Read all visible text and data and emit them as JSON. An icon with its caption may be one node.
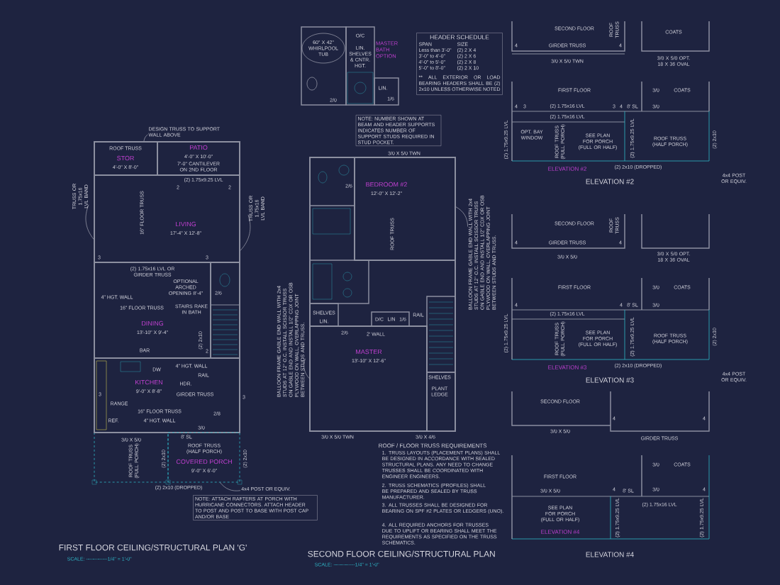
{
  "diagram": {
    "nodes": [
      {
        "text": [
          "STOR",
          "4'-0\" X 8'-0\""
        ]
      },
      {
        "text": [
          "PATIO",
          "4'-0\" X 10'-0\""
        ]
      },
      {
        "text": [
          "LIVING",
          "17'-4\" X 12'-8\""
        ]
      },
      {
        "text": [
          "DINING",
          "13'-10\" X 9'-4\""
        ]
      },
      {
        "text": [
          "KITCHEN",
          "9'-0\" X 8'-8\""
        ]
      },
      {
        "text": [
          "COVERED PORCH",
          "9'-0\" X 6'-0\""
        ]
      },
      {
        "text": [
          "DESIGN TRUSS TO SUPPORT WALL ABOVE"
        ]
      },
      {
        "text": [
          "TRUSS OR 1.75x16 LVL BAND"
        ]
      },
      {
        "text": [
          "TRUSS OR 1.75x16 LVL BAND"
        ]
      },
      {
        "text": [
          "4x4 POST OR EQUIV."
        ]
      },
      {
        "text": [
          "NOTE: ATTACH RAFTERS AT PORCH WITH HURRICANE CONNECTORS. ATTACH HEADER TO POST AND POST TO BASE WITH POST CAP AND/OR BASE"
        ]
      },
      {
        "text": [
          "MASTER BATH OPTION"
        ]
      },
      {
        "text": [
          "HEADER SCHEDULE",
          "SPAN",
          "SIZE",
          "Less than 3'-0\"",
          "(2) 2 X 4",
          "3'-0\" to 4'-0\"",
          "(2) 2 X 6",
          "4'-0\" to 5'-0\"",
          "(2) 2 X 8",
          "5'-0\" to 8'-0\"",
          "(2) 2 X 10",
          "** ALL EXTERIOR OR LOAD BEARING HEADERS SHALL BE (2) 2x10 UNLESS OTHERWISE NOTED"
        ]
      },
      {
        "text": [
          "NOTE: NUMBER SHOWN AT BEAM AND HEADER SUPPORTS INDICATES NUMBER OF SUPPORT STUDS REQUIRED IN STUD POCKET."
        ]
      },
      {
        "text": [
          "BEDROOM #2",
          "12'-0\" X 12'-2\""
        ]
      },
      {
        "text": [
          "MASTER",
          "13'-10\" X 12'-6\""
        ]
      },
      {
        "text": [
          "BALLOON FRAME GABLE END WALL WITH 2x4 STUDS AT 12\" O.C. INSTALL SCISSOR TRUSS ON GABLE END AND INSTALL 1/2\" CDX OR OSB PLYWOOD ON WALL, OVERLAPPING JOINT BETWEEN STUDS AND TRUSS."
        ]
      },
      {
        "text": [
          "BALLOON FRAME GABLE END WALL WITH 2x4 STUDS AT 12\" O.C. INSTALL SCISSOR TRUSS ON GABLE END AND INSTALL 1/2\" CDX OR OSB PLYWOOD ON WALL, OVERLAPPING JOINT BETWEEN STUDS AND TRUSS."
        ]
      }
    ],
    "edges": [
      {
        "from": 6,
        "to": 0,
        "arrow": "none"
      },
      {
        "from": 7,
        "to": 2,
        "arrow": "none"
      },
      {
        "from": 8,
        "to": 2,
        "arrow": "none"
      },
      {
        "from": 9,
        "to": 5,
        "arrow": "none"
      },
      {
        "from": 16,
        "to": 15,
        "arrow": "none"
      },
      {
        "from": 17,
        "to": 14,
        "arrow": "none"
      }
    ],
    "labels": [
      "ROOF TRUSS",
      "7'-0\" CANTILEVER ON 2ND FLOOR",
      "(2) 1.75x9.25 LVL",
      "2",
      "2",
      "16\" FLOOR TRUSS",
      "3",
      "3",
      "(2) 1.75x16 LVL OR GIRDER TRUSS",
      "4\" HGT. WALL",
      "OPTIONAL ARCHED OPENING 8'-4\"",
      "2/6",
      "16\" FLOOR TRUSS",
      "STAIRS RAKE IN BATH",
      "BAR",
      "(2) 2x10",
      "2",
      "DW",
      "4\" HGT. WALL",
      "RAIL",
      "HDR.",
      "3",
      "GIRDER TRUSS",
      "3",
      "RANGE",
      "16\" FLOOR TRUSS",
      "2/8",
      "REF.",
      "4\" HGT. WALL",
      "3/0",
      "3/0 X 5/0",
      "8' SL",
      "ROOF TRUSS (HALF PORCH)",
      "ROOF TRUSS (FULL PORCH)",
      "(2) 2x10",
      "(2) 2x10",
      "(2) 2x10 (DROPPED)",
      "FIRST FLOOR CEILING/STRUCTURAL PLAN 'G'",
      "SCALE: -------------1/4\" = 1'-0\"",
      "60\" X 42\" WHIRLPOOL TUB",
      "O/C",
      "LIN. SHELVES & CNTR. HGT.",
      "2/0",
      "LIN.",
      "1/6",
      "3/0 X 5/0 TWN",
      "2/6",
      "ROOF TRUSS",
      "SHELVES",
      "LIN.",
      "D/C",
      "LIN",
      "1/6",
      "RAIL",
      "2/6",
      "2' WALL",
      "SHELVES",
      "PLANT LEDGE",
      "3/0 X 5/0 TWN",
      "3/0 X 4/6",
      "ROOF / FLOOR TRUSS REQUIREMENTS",
      "1. TRUSS LAYOUTS (PLACEMENT PLANS) SHALL BE DESIGNED IN ACCORDANCE WITH SEALED STRUCTURAL PLANS. ANY NEED TO CHANGE TRUSSES SHALL BE COORDINATED WITH ENGINEER ENGINEERS.",
      "2. TRUSS SCHEMATICS (PROFILES) SHALL BE PREPARED AND SEALED BY TRUSS MANUFACTURER.",
      "3. ALL TRUSSES SHALL BE DESIGNED FOR BEARING ON SPF #2 PLATES OR LEDGERS (UNO).",
      "4. ALL REQUIRED ANCHORS FOR TRUSSES DUE TO UPLIFT OR BEARING SHALL MEET THE REQUIREMENTS AS SPECIFIED ON THE TRUSS SCHEMATICS.",
      "SECOND FLOOR CEILING/STRUCTURAL PLAN",
      "SCALE: -------------1/4\" = 1'-0\"",
      "SECOND FLOOR",
      "ROOF TRUSS",
      "COATS",
      "4",
      "GIRDER TRUSS",
      "4",
      "3/0 X 5/0 TWN",
      "3/0 X 5/0 OPT. 18 X 36 OVAL",
      "FIRST FLOOR",
      "3/0",
      "COATS",
      "4",
      "3",
      "(2) 1.75x16 LVL",
      "3",
      "4",
      "8' SL",
      "3/0",
      "(2) 1.75x16 LVL",
      "(2) 1.75x9.25 LVL",
      "OPT. BAY WINDOW",
      "ROOF TRUSS (FULL PORCH)",
      "SEE PLAN FOR PORCH (FULL OR HALF)",
      "(2) 1.75x9.25 LVL",
      "ROOF TRUSS (HALF PORCH)",
      "(2) 2x10",
      "ELEVATION #2",
      "(2) 2x10 (DROPPED)",
      "ELEVATION #2",
      "4x4 POST OR EQUIV.",
      "SECOND FLOOR",
      "ROOF TRUSS",
      "4",
      "GIRDER TRUSS",
      "4",
      "3/0 X 5/0",
      "3/0 X 5/0 OPT. 18 X 36 OVAL",
      "FIRST FLOOR",
      "3/0",
      "COATS",
      "4",
      "4",
      "8' SL",
      "3/0",
      "(2) 1.75x16 LVL",
      "(2) 1.75x9.25 LVL",
      "ROOF TRUSS (FULL PORCH)",
      "SEE PLAN FOR PORCH (FULL OR HALF)",
      "(2) 1.75x9.25 LVL",
      "ROOF TRUSS (HALF PORCH)",
      "(2) 2x10",
      "ELEVATION #3",
      "(2) 2x10 (DROPPED)",
      "ELEVATION #3",
      "4x4 POST OR EQUIV.",
      "SECOND FLOOR",
      "4",
      "4",
      "3/0 X 5/0",
      "GIRDER TRUSS",
      "3/0",
      "COATS",
      "FIRST FLOOR",
      "3/0 X 5/0",
      "4",
      "8' SL",
      "3/0",
      "4",
      "(2) 1.75x16 LVL",
      "SEE PLAN FOR PORCH (FULL OR HALF)",
      "(2) 1.75x9.25 LVL",
      "(2) 1.75x9.25 LVL",
      "ELEVATION #4",
      "ELEVATION #4"
    ]
  }
}
